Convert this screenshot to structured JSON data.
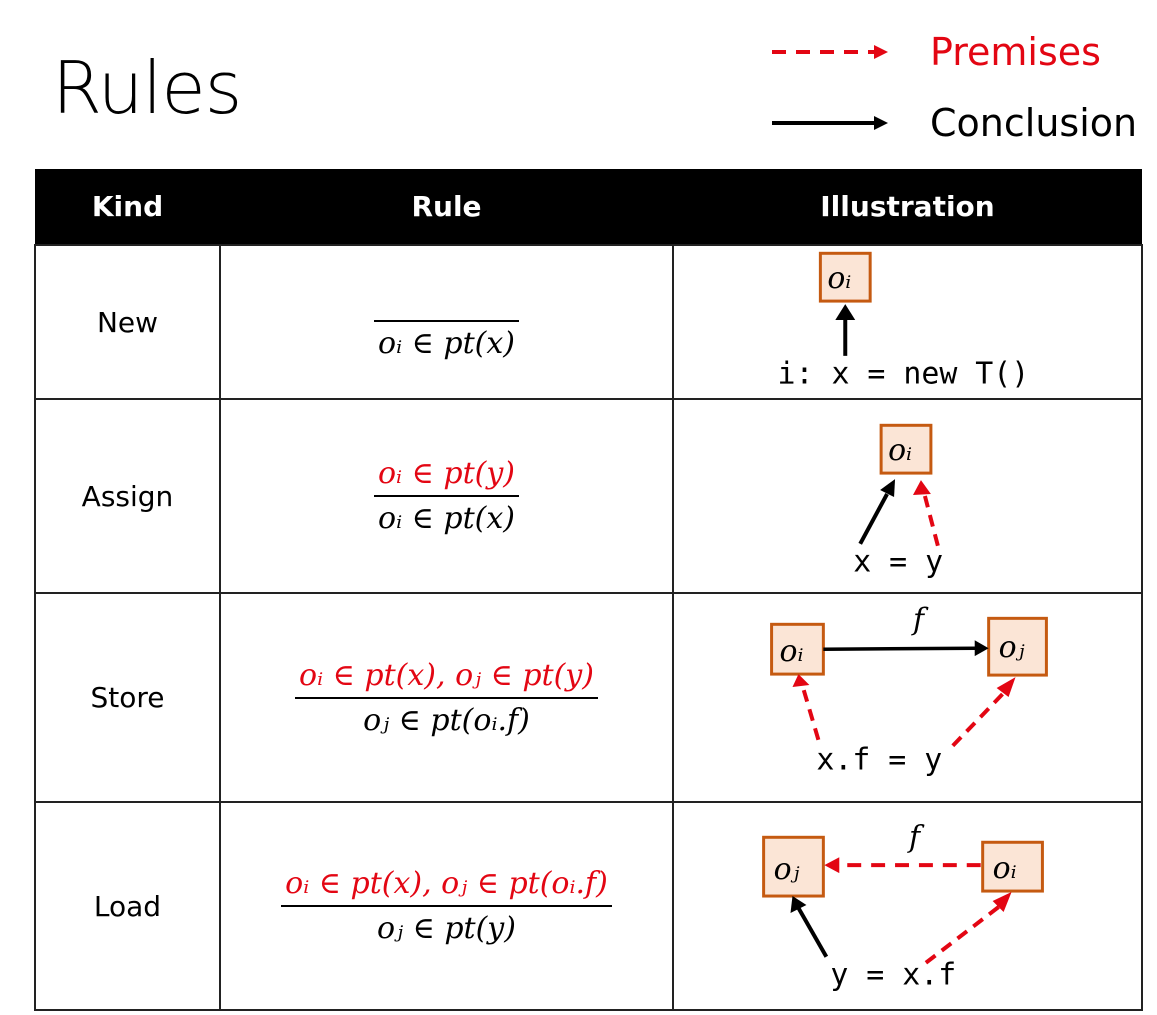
{
  "title": "Rules",
  "legend": {
    "premises": "Premises",
    "conclusion": "Conclusion",
    "colors": {
      "premises": "#e30613",
      "conclusion": "#000000"
    }
  },
  "table": {
    "headers": [
      "Kind",
      "Rule",
      "Illustration"
    ],
    "rows": [
      {
        "kind": "New",
        "rule": {
          "premise": "",
          "conclusion": "oᵢ ∈ pt(x)"
        },
        "illustration": {
          "code": "i: x = new T()",
          "objects": [
            "oᵢ"
          ]
        }
      },
      {
        "kind": "Assign",
        "rule": {
          "premise": "oᵢ ∈ pt(y)",
          "conclusion": "oᵢ ∈ pt(x)"
        },
        "illustration": {
          "code": "x = y",
          "objects": [
            "oᵢ"
          ]
        }
      },
      {
        "kind": "Store",
        "rule": {
          "premise": "oᵢ ∈ pt(x),  oⱼ ∈ pt(y)",
          "conclusion": "oⱼ ∈ pt(oᵢ.f)"
        },
        "illustration": {
          "code": "x.f = y",
          "objects": [
            "oᵢ",
            "oⱼ"
          ],
          "field": "f"
        }
      },
      {
        "kind": "Load",
        "rule": {
          "premise": "oᵢ ∈ pt(x),  oⱼ ∈ pt(oᵢ.f)",
          "conclusion": "oⱼ ∈ pt(y)"
        },
        "illustration": {
          "code": "y = x.f",
          "objects": [
            "oⱼ",
            "oᵢ"
          ],
          "field": "f"
        }
      }
    ]
  },
  "colors": {
    "box_fill": "#fbe5d6",
    "box_border": "#c55a11",
    "premise_red": "#e30613"
  }
}
